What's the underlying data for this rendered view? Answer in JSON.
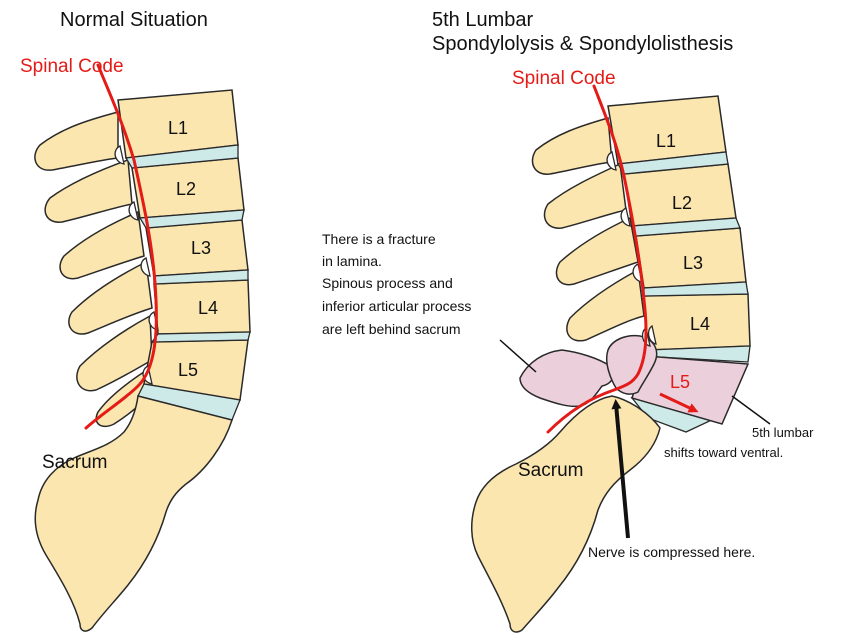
{
  "colors": {
    "bone": "#FBE6AF",
    "bone_outline": "#2a2a2a",
    "disc": "#CDE9E8",
    "cord": "#E41B17",
    "fragment": "#EBD0DC",
    "label_red": "#E41B17",
    "text": "#111111"
  },
  "left_panel": {
    "title": "Normal Situation",
    "cord_label": "Spinal Code",
    "vertebrae": [
      "L1",
      "L2",
      "L3",
      "L4",
      "L5"
    ],
    "sacrum_label": "Sacrum"
  },
  "right_panel": {
    "title_line1": "5th Lumbar",
    "title_line2": "Spondylolysis & Spondylolisthesis",
    "cord_label": "Spinal Code",
    "vertebrae": [
      "L1",
      "L2",
      "L3",
      "L4",
      "L5"
    ],
    "sacrum_label": "Sacrum",
    "fracture_note": [
      "There is a fracture",
      "in lamina.",
      "Spinous process and",
      "inferior articular process",
      "are left behind sacrum"
    ],
    "shift_note": [
      "5th lumbar",
      "shifts toward ventral."
    ],
    "nerve_note": "Nerve is compressed here."
  }
}
